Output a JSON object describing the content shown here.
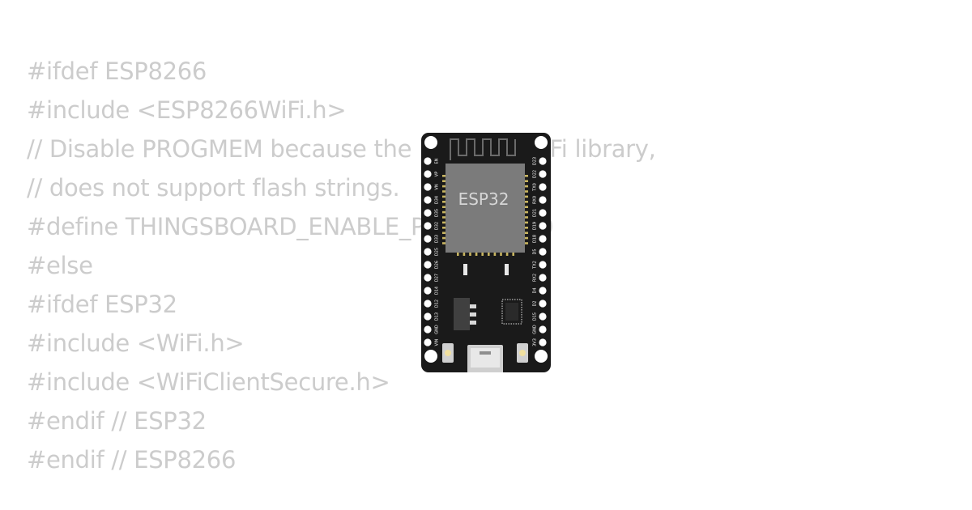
{
  "code": {
    "lines": [
      "#ifdef ESP8266",
      "#include <ESP8266WiFi.h>",
      "// Disable PROGMEM because the ESP8266WiFi library,",
      "// does not support flash strings.",
      "#define THINGSBOARD_ENABLE_PROGMEM 0",
      "#else",
      "#ifdef ESP32",
      "#include <WiFi.h>",
      "#include <WiFiClientSecure.h>",
      "#endif // ESP32",
      "#endif // ESP8266"
    ]
  },
  "board": {
    "chip_label": "ESP32",
    "left_pins": [
      "EN",
      "VP",
      "VN",
      "D34",
      "D35",
      "D32",
      "D33",
      "D25",
      "D26",
      "D27",
      "D14",
      "D12",
      "D13",
      "GND",
      "VIN"
    ],
    "right_pins": [
      "D23",
      "D22",
      "TX0",
      "RX0",
      "D21",
      "D19",
      "D18",
      "D5",
      "TX2",
      "RX2",
      "D4",
      "D2",
      "D15",
      "GND",
      "3V3"
    ],
    "colors": {
      "pcb": "#1a1a1a",
      "module": "#7b7b7b",
      "pads": "#c8b560",
      "code_text": "#cccccc"
    }
  }
}
